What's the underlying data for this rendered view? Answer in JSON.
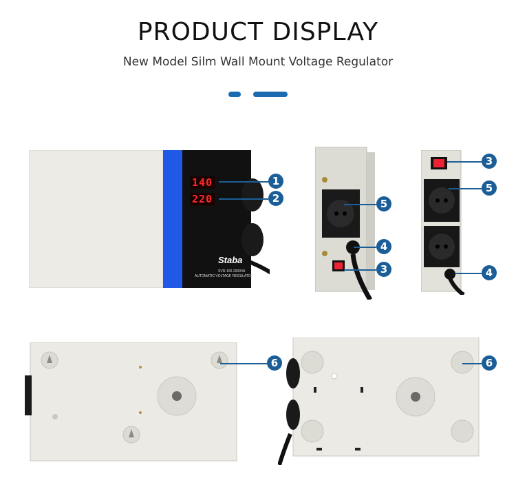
{
  "header": {
    "title": "PRODUCT DISPLAY",
    "subtitle": "New Model Silm Wall Mount Voltage Regulator"
  },
  "display": {
    "input_voltage": "140",
    "output_voltage": "220"
  },
  "device": {
    "brand": "Staba",
    "model": "SVR-100-2000VA",
    "description": "AUTOMATIC VOLTAGE REGULATOR"
  },
  "callouts": {
    "c1": "1",
    "c2": "2",
    "c3": "3",
    "c4": "4",
    "c5": "5",
    "c6": "6"
  },
  "colors": {
    "accent": "#1a6bb0",
    "callout": "#1b5e97",
    "stripe": "#1f56e0",
    "led": "#ff2020"
  }
}
